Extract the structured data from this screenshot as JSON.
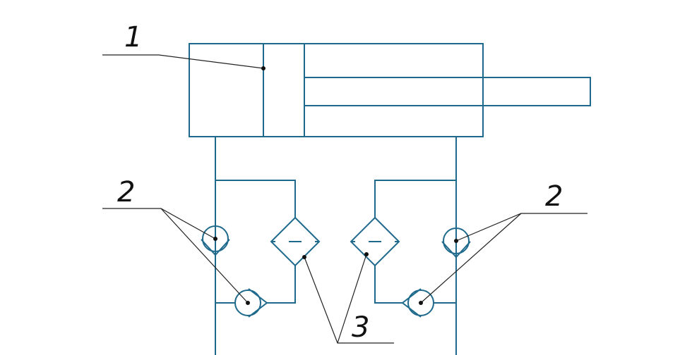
{
  "colors": {
    "hydraulic": "#1f6a8c",
    "leader": "#222222"
  },
  "labels": {
    "cylinder": "1",
    "check_valves_left": "2",
    "check_valves_right": "2",
    "filters": "3"
  }
}
